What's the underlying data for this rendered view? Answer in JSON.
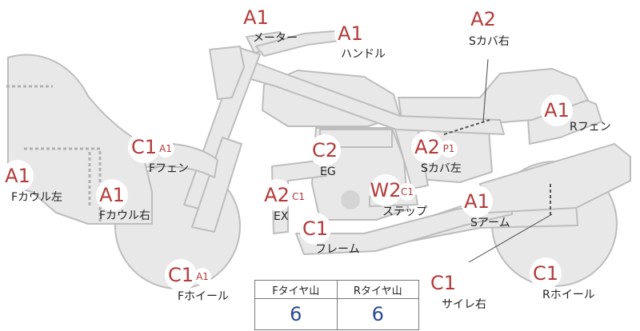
{
  "colors": {
    "body": "#e8e8e8",
    "outline": "#bdbdbd",
    "code": "#b43a3a",
    "value": "#2b4a92"
  },
  "parts": [
    {
      "id": "meter",
      "label": "メーター",
      "codes": [
        "A1"
      ]
    },
    {
      "id": "handle",
      "label": "ハンドル",
      "codes": [
        "A1"
      ]
    },
    {
      "id": "s-cover-right",
      "label": "Sカバ右",
      "codes": [
        "A2"
      ]
    },
    {
      "id": "r-fender",
      "label": "Rフェン",
      "codes": [
        "A1"
      ]
    },
    {
      "id": "f-fender",
      "label": "Fフェン",
      "codes": [
        "C1",
        "A1"
      ]
    },
    {
      "id": "eg",
      "label": "EG",
      "codes": [
        "C2"
      ]
    },
    {
      "id": "s-cover-left",
      "label": "Sカバ左",
      "codes": [
        "A2",
        "P1"
      ]
    },
    {
      "id": "f-cowl-left",
      "label": "Fカウル左",
      "codes": [
        "A1"
      ]
    },
    {
      "id": "f-cowl-right",
      "label": "Fカウル右",
      "codes": [
        "A1"
      ]
    },
    {
      "id": "ex",
      "label": "EX",
      "codes": [
        "A2",
        "C1"
      ]
    },
    {
      "id": "step",
      "label": "ステップ",
      "codes": [
        "W2",
        "C1"
      ]
    },
    {
      "id": "s-arm",
      "label": "Sアーム",
      "codes": [
        "A1"
      ]
    },
    {
      "id": "frame",
      "label": "フレーム",
      "codes": [
        "C1"
      ]
    },
    {
      "id": "f-wheel",
      "label": "Fホイール",
      "codes": [
        "C1",
        "A1"
      ]
    },
    {
      "id": "silencer-right",
      "label": "サイレ右",
      "codes": [
        "C1"
      ]
    },
    {
      "id": "r-wheel",
      "label": "Rホイール",
      "codes": [
        "C1"
      ]
    }
  ],
  "tire_table": {
    "front_header": "Fタイヤ山",
    "rear_header": "Rタイヤ山",
    "front_value": "6",
    "rear_value": "6"
  }
}
